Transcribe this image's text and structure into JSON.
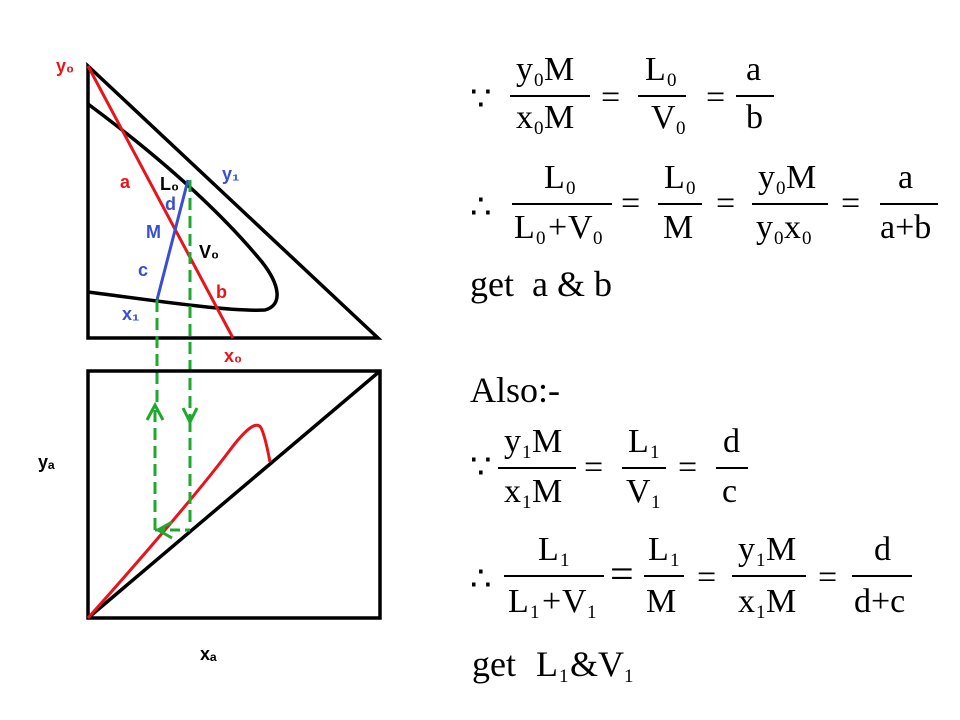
{
  "colors": {
    "operating_line": "#e8141c",
    "tie_line": "#3a4fd0",
    "construction": "#1ea82e",
    "outline": "#000000"
  },
  "diagram": {
    "labels": {
      "y0": "y₀",
      "y1": "y₁",
      "x1": "x₁",
      "x0": "x₀",
      "L0": "L₀",
      "V0": "V₀",
      "M": "M",
      "a": "a",
      "b": "b",
      "c": "c",
      "d": "d",
      "ya": "yₐ",
      "xa": "xₐ"
    }
  },
  "equations": {
    "because": "∵",
    "therefore": "∴",
    "eq": "=",
    "plus": "+",
    "amp": "&",
    "y": "y",
    "x": "x",
    "M": "M",
    "L": "L",
    "V": "V",
    "a": "a",
    "b": "b",
    "c": "c",
    "d": "d",
    "s0": "0",
    "s1": "1",
    "a_plus_b": "a+b",
    "d_plus_c": "d+c",
    "get": "get",
    "get_ab": "get  a & b",
    "also": "Also:-"
  }
}
